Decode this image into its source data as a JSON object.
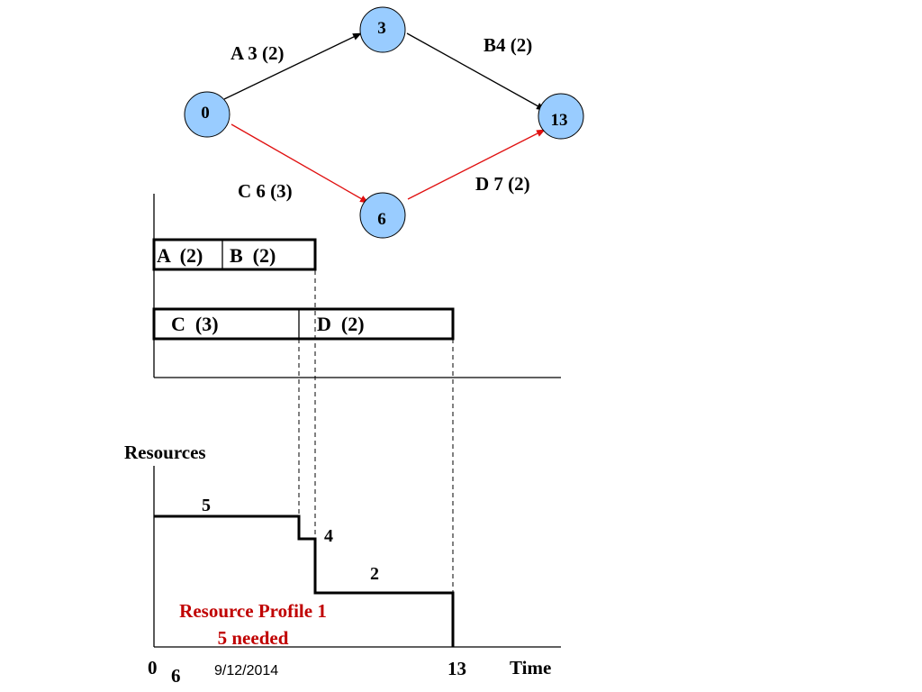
{
  "network": {
    "nodes": {
      "start": "0",
      "after_a": "3",
      "after_c": "6",
      "end": "13"
    },
    "edges": {
      "a": "A 3 (2)",
      "b": "B4 (2)",
      "c": "C 6 (3)",
      "d": "D 7 (2)"
    },
    "node_fill": "#99ccff",
    "critical_color": "#e01010"
  },
  "gantt": {
    "a": "A  (2)",
    "b": "B  (2)",
    "c": "C  (3)",
    "d": "D  (2)"
  },
  "profile": {
    "ylabel": "Resources",
    "xlabel": "Time",
    "levels": [
      "5",
      "4",
      "2"
    ],
    "x_ticks": {
      "origin": "0",
      "end": "13"
    },
    "caption_line1": "Resource Profile 1",
    "caption_line2": "5 needed",
    "caption_color": "#c00000"
  },
  "footer": {
    "date": "9/12/2014",
    "page_number": "6"
  }
}
